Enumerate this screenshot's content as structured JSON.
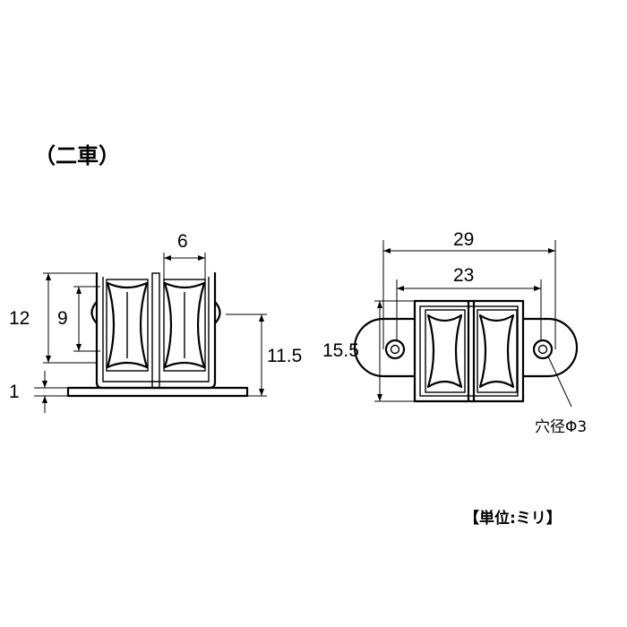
{
  "title": "（二車）",
  "side_view": {
    "dims": {
      "height_outer": "12",
      "height_inner": "9",
      "flange_thickness": "1",
      "wheel_gap": "6",
      "axle_height": "11.5"
    }
  },
  "top_view": {
    "dims": {
      "overall_width": "29",
      "body_width": "23",
      "body_height": "15.5"
    },
    "hole_note": "穴径Φ3"
  },
  "units_note": "【単位:ミリ】"
}
